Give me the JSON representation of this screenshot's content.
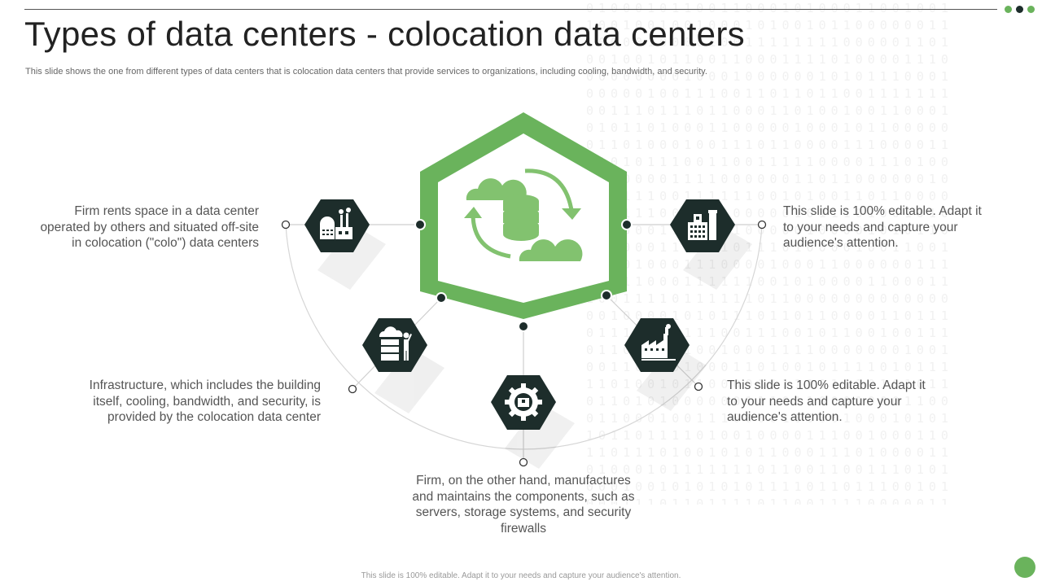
{
  "title": "Types of data centers - colocation data centers",
  "subtitle": "This slide shows the one from different types of data centers that is colocation data centers that provide services to organizations, including cooling, bandwidth, and security.",
  "colors": {
    "green": "#6ab35c",
    "dark": "#1d2d2b",
    "light_green": "#82c26f"
  },
  "items": [
    {
      "icon": "factory-building-icon",
      "text": "Firm rents space in a data center operated by others and situated off-site in colocation (\"colo\") data centers"
    },
    {
      "icon": "server-engineer-icon",
      "text": "Infrastructure,  which includes the building itself, cooling, bandwidth, and security, is provided by the colocation data center"
    },
    {
      "icon": "gear-server-icon",
      "text": "Firm, on the other hand, manufactures and maintains the components, such as servers, storage systems, and security firewalls"
    },
    {
      "icon": "factory-icon",
      "text": "This slide is 100% editable. Adapt it to your needs and capture your audience's attention."
    },
    {
      "icon": "office-tower-icon",
      "text": "This slide is 100% editable. Adapt it to your needs and capture your audience's attention."
    }
  ],
  "center_icon": "cloud-database-sync-icon",
  "footer": "This slide is 100% editable.  Adapt it to your needs and capture your audience's attention."
}
